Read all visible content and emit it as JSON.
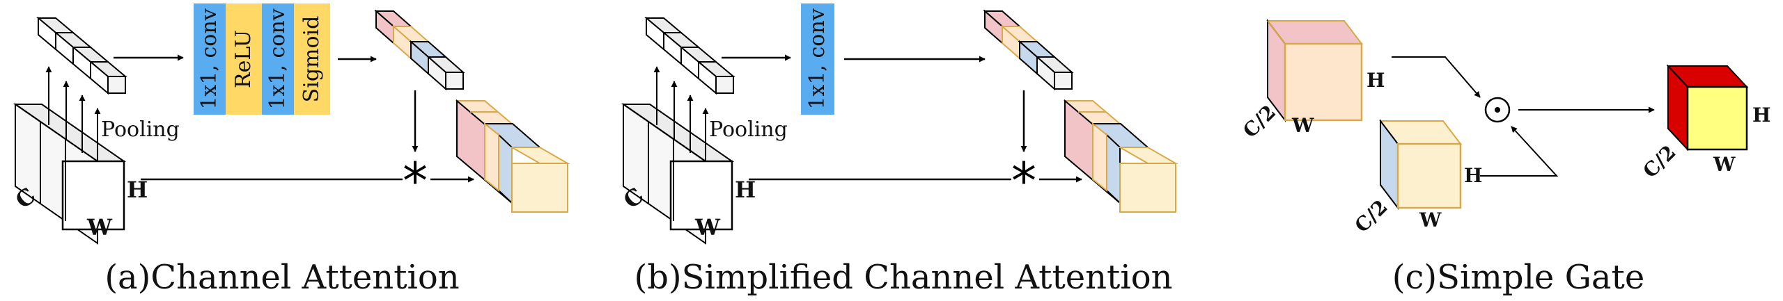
{
  "panel_a": {
    "caption": "(a)Channel Attention",
    "pooling": "Pooling",
    "dim_c": "C",
    "dim_h": "H",
    "dim_w": "W",
    "blocks": [
      {
        "text": "1x1, conv",
        "color": "#5aacf0"
      },
      {
        "text": "ReLU",
        "color": "#ffd866"
      },
      {
        "text": "1x1, conv",
        "color": "#5aacf0"
      },
      {
        "text": "Sigmoid",
        "color": "#ffd866"
      }
    ],
    "multiply_symbol": "*"
  },
  "panel_b": {
    "caption": "(b)Simplified Channel Attention",
    "pooling": "Pooling",
    "dim_c": "C",
    "dim_h": "H",
    "dim_w": "W",
    "blocks": [
      {
        "text": "1x1, conv",
        "color": "#5aacf0"
      }
    ],
    "multiply_symbol": "*"
  },
  "panel_c": {
    "caption": "(c)Simple Gate",
    "input_top": {
      "c": "C/2",
      "h": "H",
      "w": "W"
    },
    "input_bottom": {
      "c": "C/2",
      "h": "H",
      "w": "W"
    },
    "output": {
      "c": "C/2",
      "h": "H",
      "w": "W"
    },
    "gate_symbol": "⊙"
  },
  "colors": {
    "pink": "#f2c4c8",
    "peach": "#fde6cc",
    "blue": "#c6d8ec",
    "cream": "#fdf0cf",
    "gold_edge": "#d8a94a",
    "red": "#d90000",
    "yellow": "#ffff80"
  }
}
